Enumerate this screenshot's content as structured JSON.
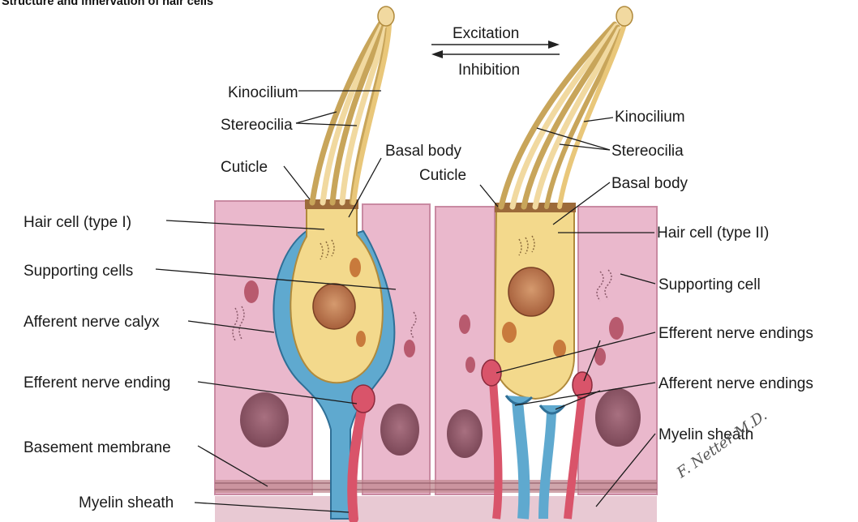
{
  "title": "Structure and innervation of hair cells",
  "direction": {
    "excitation": "Excitation",
    "inhibition": "Inhibition"
  },
  "labels": {
    "left": {
      "kinocilium": "Kinocilium",
      "stereocilia": "Stereocilia",
      "cuticle": "Cuticle",
      "basal_body": "Basal body",
      "hair_cell": "Hair cell (type I)",
      "supporting_cells": "Supporting cells",
      "afferent_calyx": "Afferent nerve calyx",
      "efferent_ending": "Efferent nerve ending",
      "basement_membrane": "Basement membrane",
      "myelin_sheath": "Myelin sheath"
    },
    "right": {
      "cuticle": "Cuticle",
      "kinocilium": "Kinocilium",
      "stereocilia": "Stereocilia",
      "basal_body": "Basal body",
      "hair_cell": "Hair cell (type II)",
      "supporting_cell": "Supporting cell",
      "efferent_endings": "Efferent nerve endings",
      "afferent_endings": "Afferent nerve endings",
      "myelin_sheath": "Myelin sheath"
    }
  },
  "signature": "F. Netter M.D.",
  "colors": {
    "supporting_cell": "#eab8cc",
    "supporting_cell_edge": "#c98aa2",
    "hair_cell": "#f3d98c",
    "hair_cell_edge": "#b08a3c",
    "calyx_blue": "#5fa9cf",
    "efferent_red": "#d9546a",
    "nucleus": "#b46e4a",
    "cilia": "#f1d9a0",
    "cuticle": "#9c6a3a",
    "membrane": "#c08890"
  }
}
